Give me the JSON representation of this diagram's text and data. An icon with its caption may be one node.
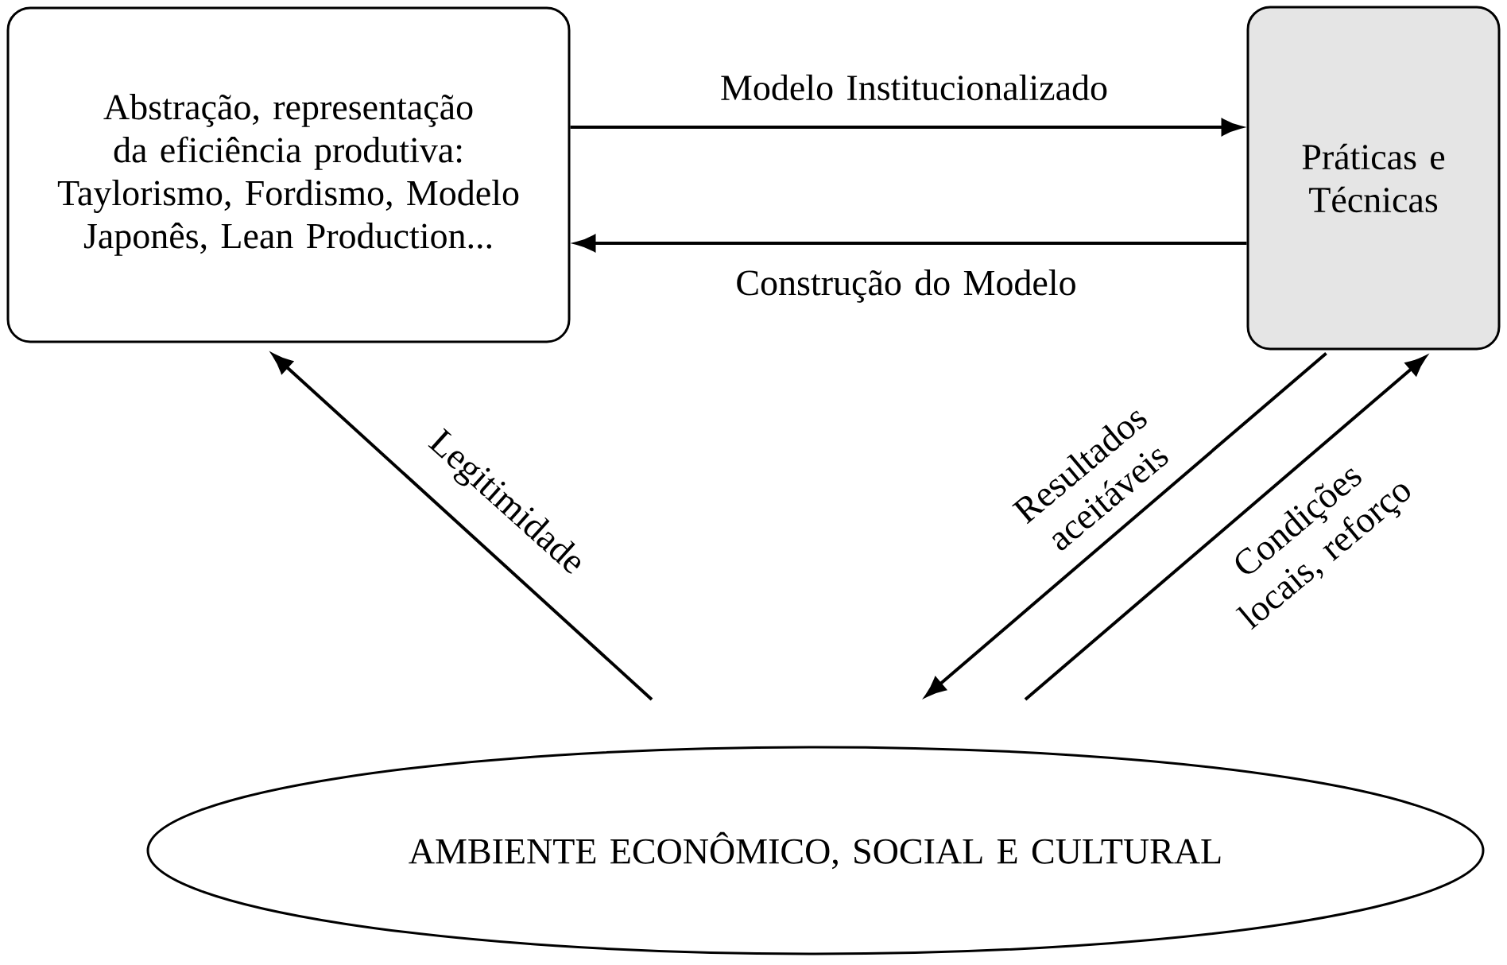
{
  "diagram": {
    "nodes": [
      {
        "text": [
          "Abstração, representação da eficiência produtiva: Taylorismo, Fordismo, Modelo Japonês, Lean Production..."
        ]
      },
      {
        "text": [
          "Práticas e Técnicas"
        ]
      },
      {
        "text": [
          "AMBIENTE ECONÔMICO, SOCIAL E CULTURAL"
        ]
      }
    ],
    "edges": [
      {
        "from": 0,
        "to": 1,
        "arrow": "to",
        "label": "Modelo Institucionalizado"
      },
      {
        "from": 1,
        "to": 0,
        "arrow": "to",
        "label": "Construção do Modelo"
      },
      {
        "from": 2,
        "to": 0,
        "arrow": "to",
        "label": "Legitimidade"
      },
      {
        "from": 1,
        "to": 2,
        "arrow": "to",
        "label": "Resultados aceitáveis"
      },
      {
        "from": 2,
        "to": 1,
        "arrow": "to",
        "label": "Condições locais, reforço"
      }
    ]
  }
}
